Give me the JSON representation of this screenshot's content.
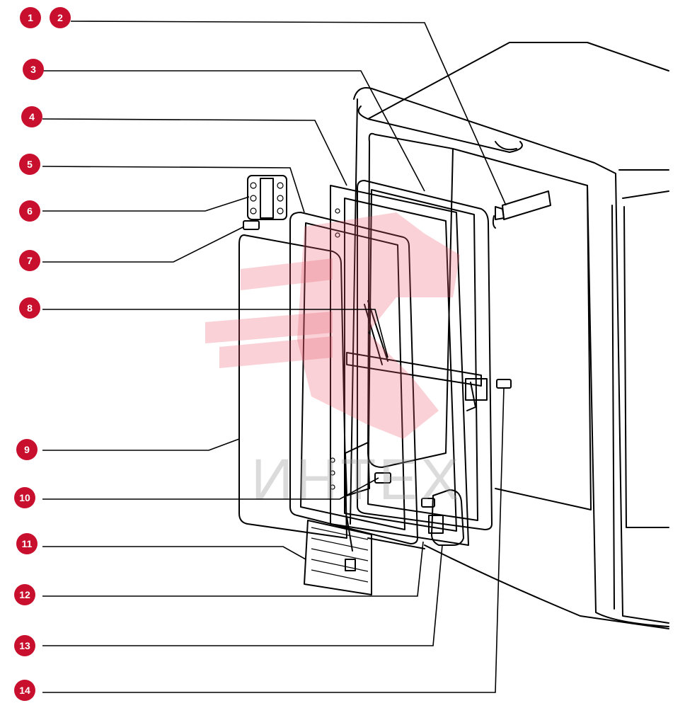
{
  "diagram": {
    "callouts": [
      {
        "id": "1",
        "label": "1"
      },
      {
        "id": "2",
        "label": "2"
      },
      {
        "id": "3",
        "label": "3"
      },
      {
        "id": "4",
        "label": "4"
      },
      {
        "id": "5",
        "label": "5"
      },
      {
        "id": "6",
        "label": "6"
      },
      {
        "id": "7",
        "label": "7"
      },
      {
        "id": "8",
        "label": "8"
      },
      {
        "id": "9",
        "label": "9"
      },
      {
        "id": "10",
        "label": "10"
      },
      {
        "id": "11",
        "label": "11"
      },
      {
        "id": "12",
        "label": "12"
      },
      {
        "id": "13",
        "label": "13"
      },
      {
        "id": "14",
        "label": "14"
      }
    ],
    "watermark": {
      "text": "ИНТЕХ"
    },
    "colors": {
      "callout": "#c8102e",
      "line": "#000000",
      "watermark": "#e8596a"
    }
  }
}
